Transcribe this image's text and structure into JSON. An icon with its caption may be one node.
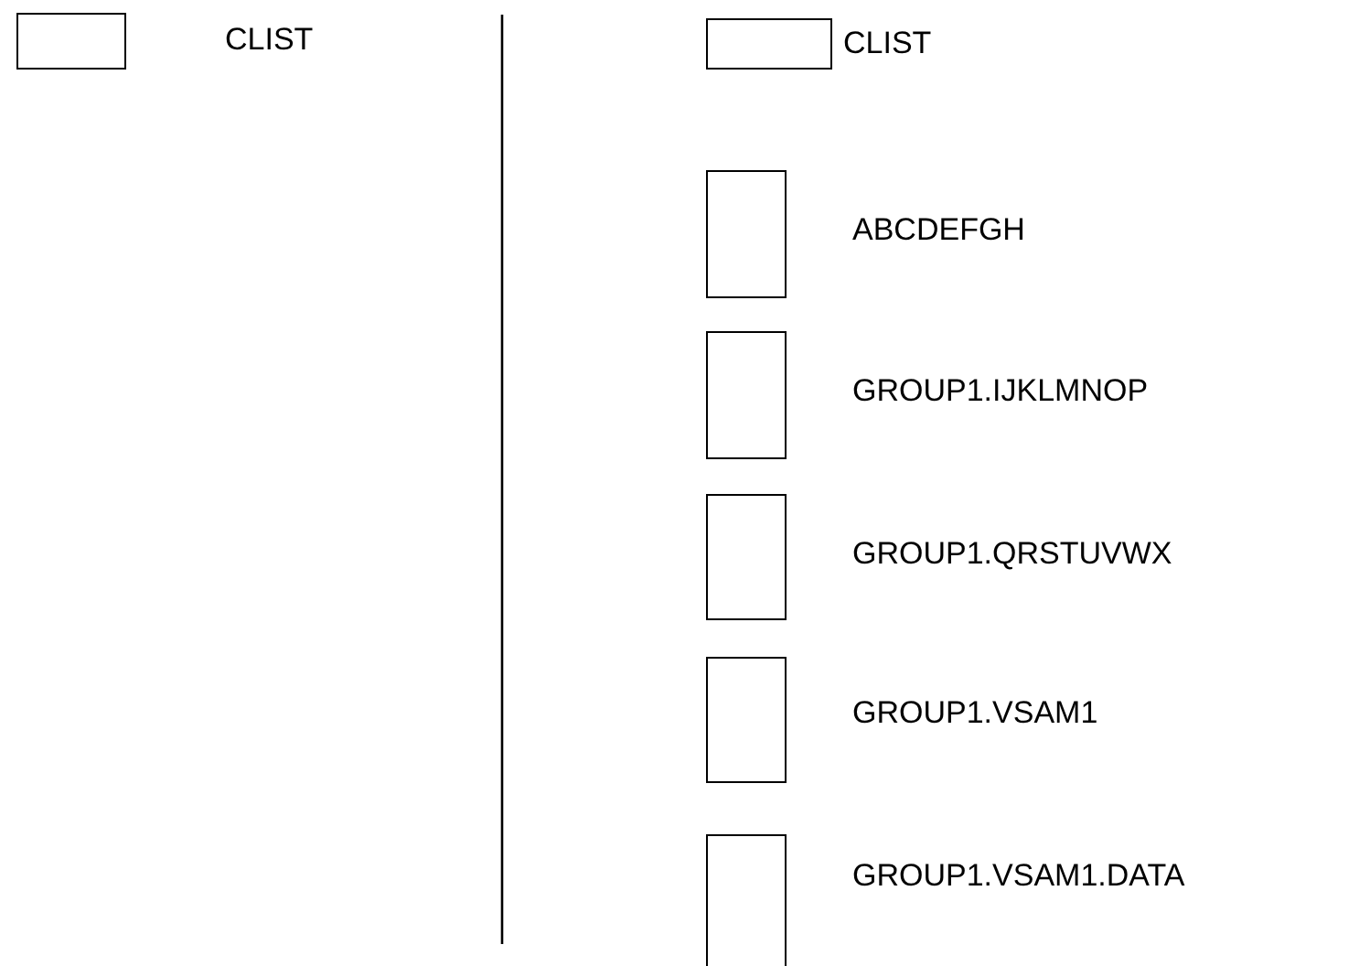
{
  "diagram": {
    "nodes": [
      {
        "text": [],
        "shape": "box",
        "beside": [
          "CLIST"
        ]
      },
      {
        "text": [],
        "shape": "box",
        "beside": [
          "CLIST"
        ]
      },
      {
        "text": [],
        "shape": "box",
        "beside": [
          "ABCDEFGH"
        ]
      },
      {
        "text": [],
        "shape": "box",
        "beside": [
          "GROUP1.IJKLMNOP"
        ]
      },
      {
        "text": [],
        "shape": "box",
        "beside": [
          "GROUP1.QRSTUVWX"
        ]
      },
      {
        "text": [],
        "shape": "box",
        "beside": [
          "GROUP1.VSAM1"
        ]
      },
      {
        "text": [],
        "shape": "box",
        "beside": [
          "GROUP1.VSAM1.DATA"
        ]
      }
    ]
  }
}
